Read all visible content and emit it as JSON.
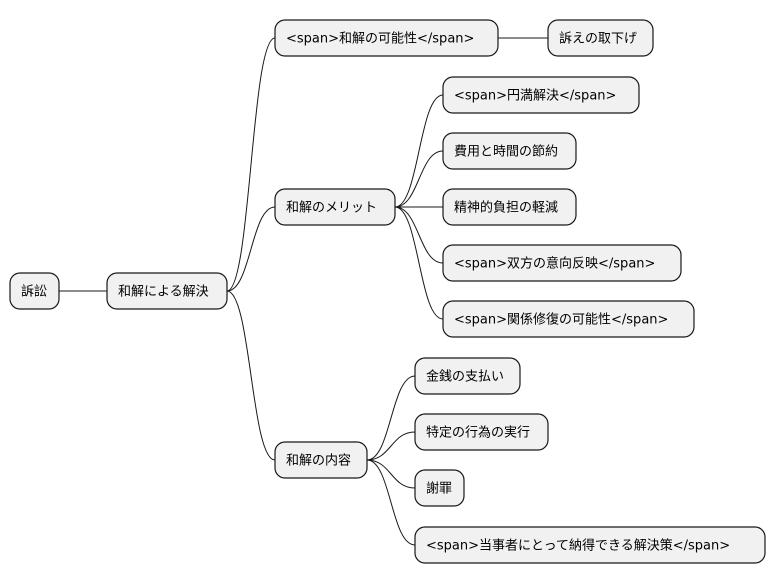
{
  "mindmap": {
    "root": {
      "label": "訴訟"
    },
    "nodes": [
      {
        "id": "n1",
        "label": "和解による解決",
        "parent": "root"
      },
      {
        "id": "n2",
        "label": "<span>和解の可能性</span>",
        "parent": "n1"
      },
      {
        "id": "n3",
        "label": "訴えの取下げ",
        "parent": "n2"
      },
      {
        "id": "n4",
        "label": "和解のメリット",
        "parent": "n1"
      },
      {
        "id": "n5",
        "label": "<span>円満解決</span>",
        "parent": "n4"
      },
      {
        "id": "n6",
        "label": "費用と時間の節約",
        "parent": "n4"
      },
      {
        "id": "n7",
        "label": "精神的負担の軽減",
        "parent": "n4"
      },
      {
        "id": "n8",
        "label": "<span>双方の意向反映</span>",
        "parent": "n4"
      },
      {
        "id": "n9",
        "label": "<span>関係修復の可能性</span>",
        "parent": "n4"
      },
      {
        "id": "n10",
        "label": "和解の内容",
        "parent": "n1"
      },
      {
        "id": "n11",
        "label": "金銭の支払い",
        "parent": "n10"
      },
      {
        "id": "n12",
        "label": "特定の行為の実行",
        "parent": "n10"
      },
      {
        "id": "n13",
        "label": "謝罪",
        "parent": "n10"
      },
      {
        "id": "n14",
        "label": "<span>当事者にとって納得できる解決策</span>",
        "parent": "n10"
      }
    ]
  }
}
